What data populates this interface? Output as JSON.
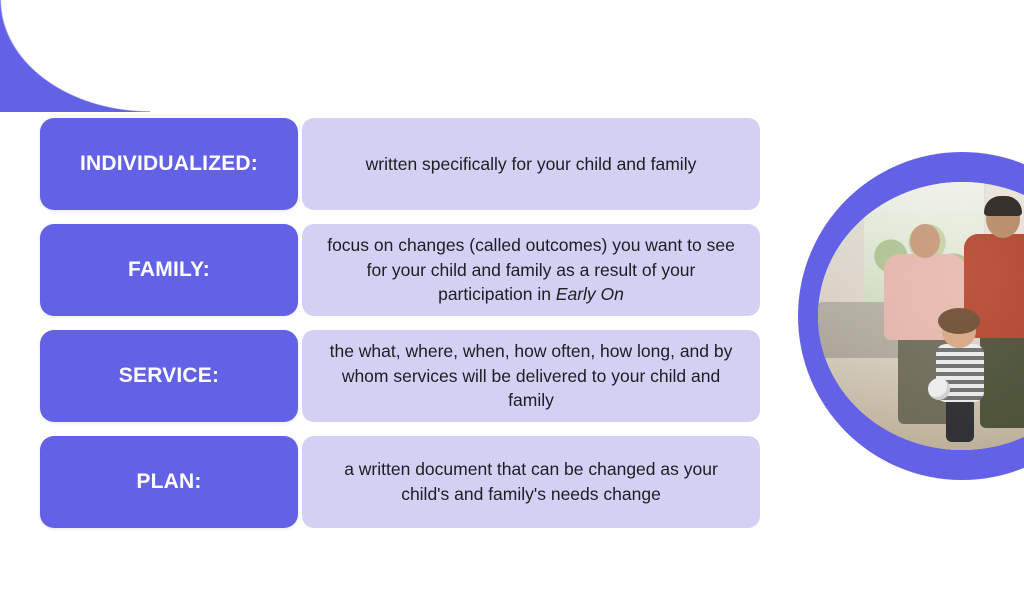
{
  "theme": {
    "accent_purple": "#6361E6",
    "light_purple": "#D3D1F3",
    "background": "#FFFFFF",
    "text_dark": "#1D1D23",
    "text_light": "#FFFFFF"
  },
  "rows": [
    {
      "term": "INDIVIDUALIZED:",
      "description_prefix": "written specifically for your child and family",
      "description_emphasis": "",
      "description_suffix": ""
    },
    {
      "term": "FAMILY:",
      "description_prefix": "focus on changes (called outcomes) you want to see for your child and family as a result of your participation in ",
      "description_emphasis": "Early On",
      "description_suffix": ""
    },
    {
      "term": "SERVICE:",
      "description_prefix": "the what, where, when, how often, how long, and by whom services will be delivered to your child and family",
      "description_emphasis": "",
      "description_suffix": ""
    },
    {
      "term": "PLAN:",
      "description_prefix": "a written document that can be changed as your child's and family's needs change",
      "description_emphasis": "",
      "description_suffix": ""
    }
  ],
  "photo": {
    "alt": "two adults and a young child walking together inside a home",
    "shape": "circle",
    "ring_color": "#6361E6"
  },
  "decoration": {
    "corner_shape": "quarter-circle-wedge",
    "corner_color": "#6361E6"
  }
}
